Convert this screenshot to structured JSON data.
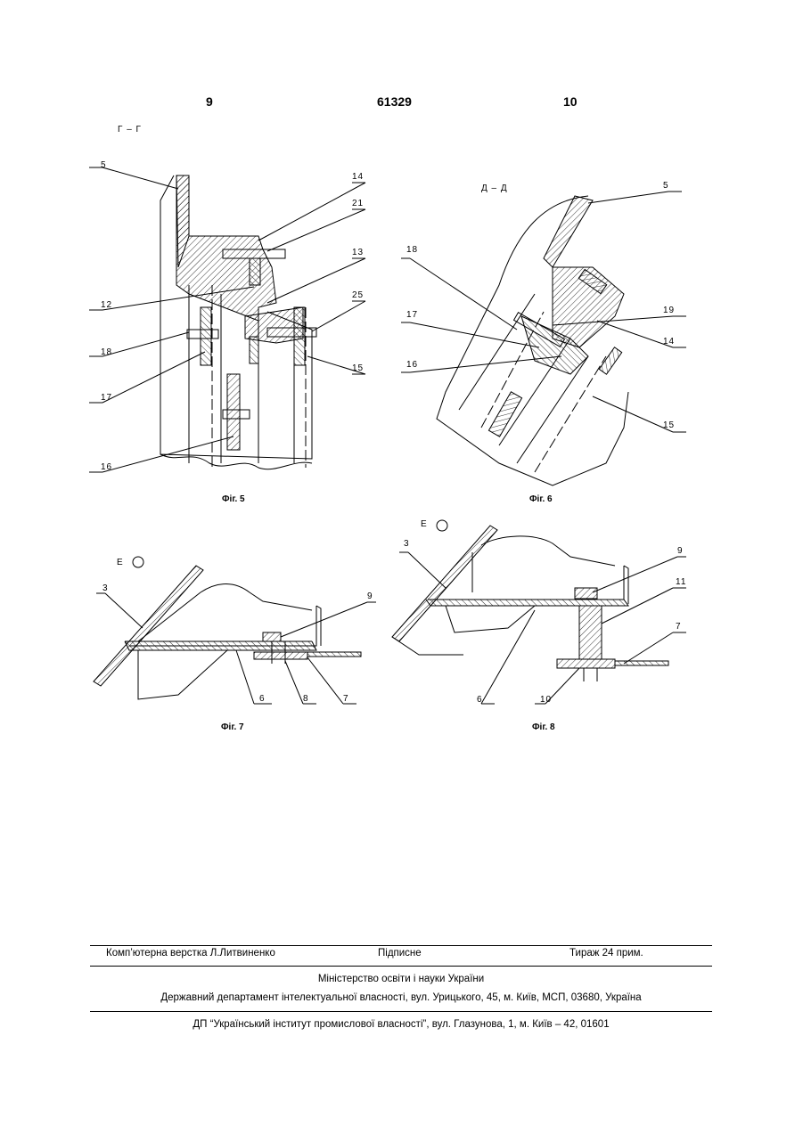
{
  "header": {
    "page_left": "9",
    "patent_number": "61329",
    "page_right": "10"
  },
  "figures": {
    "fig5": {
      "section": "Г – Г",
      "caption": "Фіг. 5",
      "labels": [
        "5",
        "14",
        "21",
        "13",
        "12",
        "25",
        "18",
        "17",
        "15",
        "16"
      ]
    },
    "fig6": {
      "section": "Д – Д",
      "caption": "Фіг. 6",
      "labels": [
        "5",
        "18",
        "19",
        "17",
        "14",
        "16",
        "15"
      ]
    },
    "fig7": {
      "section": "Е",
      "caption": "Фіг. 7",
      "labels": [
        "3",
        "9",
        "6",
        "8",
        "7"
      ]
    },
    "fig8": {
      "section": "Е",
      "caption": "Фіг. 8",
      "labels": [
        "3",
        "9",
        "11",
        "7",
        "6",
        "10"
      ]
    }
  },
  "footer": {
    "layout": "Комп’ютерна верстка Л.Литвиненко",
    "signed": "Підписне",
    "circulation": "Тираж 24 прим.",
    "ministry": "Міністерство освіти і науки України",
    "department": "Державний департамент інтелектуальної власності, вул. Урицького, 45, м. Київ, МСП, 03680, Україна",
    "institute": "ДП “Український інститут промислової власності”, вул. Глазунова, 1, м. Київ – 42, 01601"
  }
}
